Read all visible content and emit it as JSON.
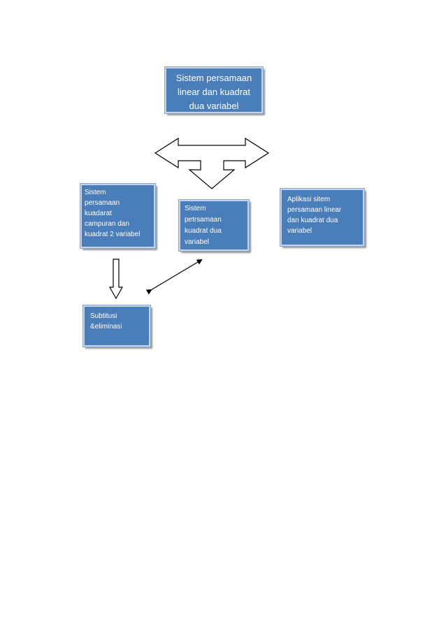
{
  "diagram": {
    "main_node": {
      "lines": [
        "Sistem persamaan",
        "linear dan  kuadrat",
        "dua variabel"
      ]
    },
    "left_node": {
      "lines": [
        "Sistem",
        "persamaan",
        "kuadarat",
        "campuran dan",
        "kuadrat 2 variabel"
      ]
    },
    "middle_node": {
      "lines": [
        "Sistem",
        "petrsamaan",
        "kuadrat dua",
        "variabel"
      ]
    },
    "right_node": {
      "lines": [
        "Aplikasi sitem",
        "persamaan linear",
        "dan kuadrat dua",
        "variabel"
      ]
    },
    "bottom_node": {
      "lines": [
        "Subtitusi",
        "&eliminasi"
      ]
    },
    "colors": {
      "node_fill": "#4a7ebb",
      "node_border": "#c5d4e8",
      "arrow_stroke": "#000000"
    }
  }
}
